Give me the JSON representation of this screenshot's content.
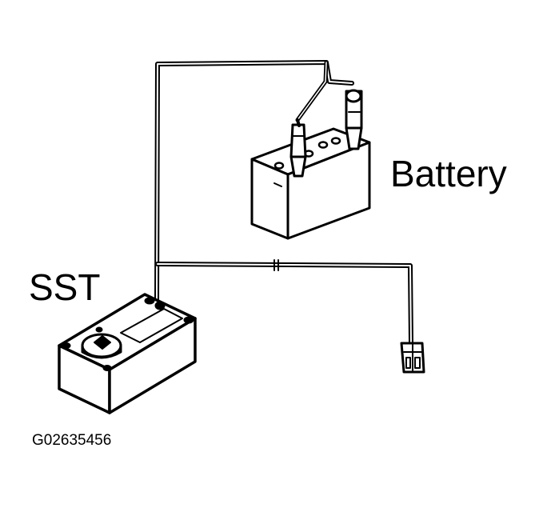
{
  "labels": {
    "battery": "Battery",
    "sst": "SST",
    "figure_code": "G02635456"
  },
  "colors": {
    "line": "#000000",
    "fill": "#ffffff"
  },
  "icons": [
    "battery-icon",
    "sst-tester-icon",
    "alligator-clip-icon",
    "connector-plug-icon"
  ]
}
